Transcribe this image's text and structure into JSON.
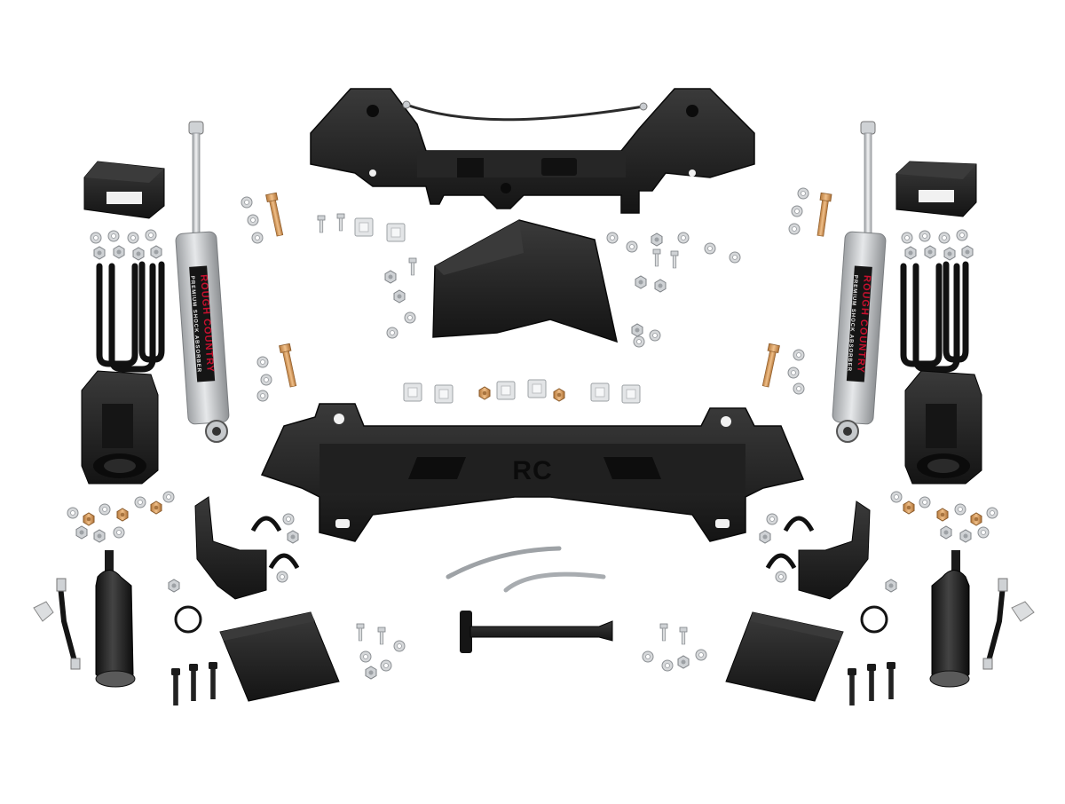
{
  "colors": {
    "background": "#ffffff",
    "steel_black": "#1b1b1b",
    "steel_dark": "#2a2a2a",
    "hardware_silver": "#c9ccd0",
    "hardware_zinc": "#d8dadc",
    "copper_bolt": "#d09a5c",
    "shock_body": "#c4c6c8",
    "shock_label_red": "#c8102e"
  },
  "shock_left": {
    "brand": "ROUGH COUNTRY",
    "sub": "PREMIUM SHOCK ABSORBER"
  },
  "shock_right": {
    "brand": "ROUGH COUNTRY",
    "sub": "PREMIUM SHOCK ABSORBER"
  },
  "crossmember": {
    "logo": "RC"
  }
}
